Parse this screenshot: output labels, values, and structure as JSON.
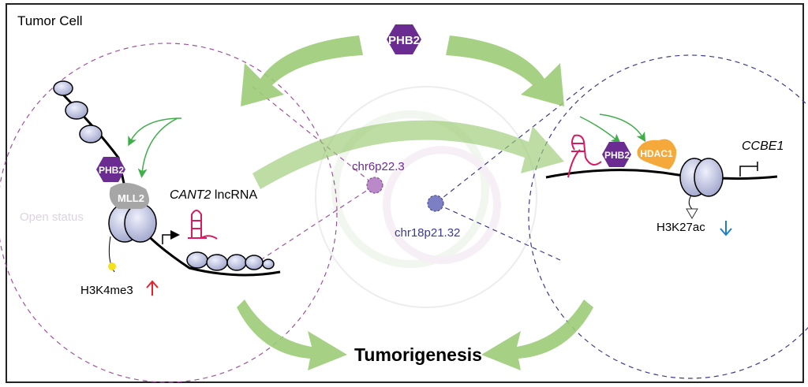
{
  "frame_label": "Tumor Cell",
  "center_protein": "PHB2",
  "outcome": "Tumorigenesis",
  "left_panel": {
    "protein_1": "PHB2",
    "protein_2": "MLL2",
    "gene_italic": "CANT2",
    "gene_suffix": " lncRNA",
    "state_label": "Open status",
    "mark_label": "H3K4me3",
    "mark_direction": "up",
    "mark_color": "#e8202a"
  },
  "right_panel": {
    "protein_1": "PHB2",
    "protein_2": "HDAC1",
    "gene": "CCBE1",
    "mark_label": "H3K27ac",
    "mark_direction": "down",
    "mark_color": "#1f7fc1"
  },
  "loci": {
    "locus_1": "chr6p22.3",
    "locus_2": "chr18p21.32"
  },
  "colors": {
    "phb2": "#6a2c91",
    "mll2": "#a6a6a6",
    "hdac1": "#f5a93b",
    "green_arrow": "#9ccc78",
    "rna": "#d81b60",
    "left_circle": "#a0529f",
    "right_circle": "#3b3b8f"
  }
}
